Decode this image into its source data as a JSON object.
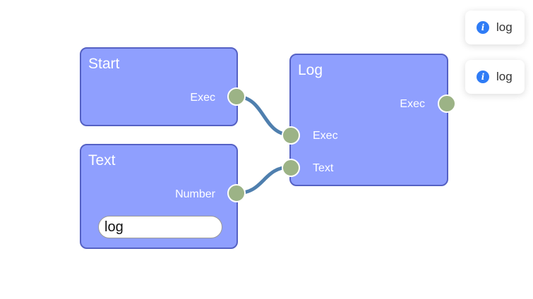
{
  "nodes": {
    "start": {
      "title": "Start",
      "output_exec_label": "Exec"
    },
    "text": {
      "title": "Text",
      "output_number_label": "Number",
      "input_value": "log"
    },
    "log": {
      "title": "Log",
      "output_exec_label": "Exec",
      "input_exec_label": "Exec",
      "input_text_label": "Text"
    }
  },
  "notifications": [
    {
      "icon": "info-icon",
      "message": "log"
    },
    {
      "icon": "info-icon",
      "message": "log"
    }
  ],
  "colors": {
    "node_fill": "#8f9ffe",
    "node_border": "#5561c4",
    "socket": "#9cb386",
    "wire": "#4f7fae",
    "info_accent": "#2f7cf6"
  }
}
